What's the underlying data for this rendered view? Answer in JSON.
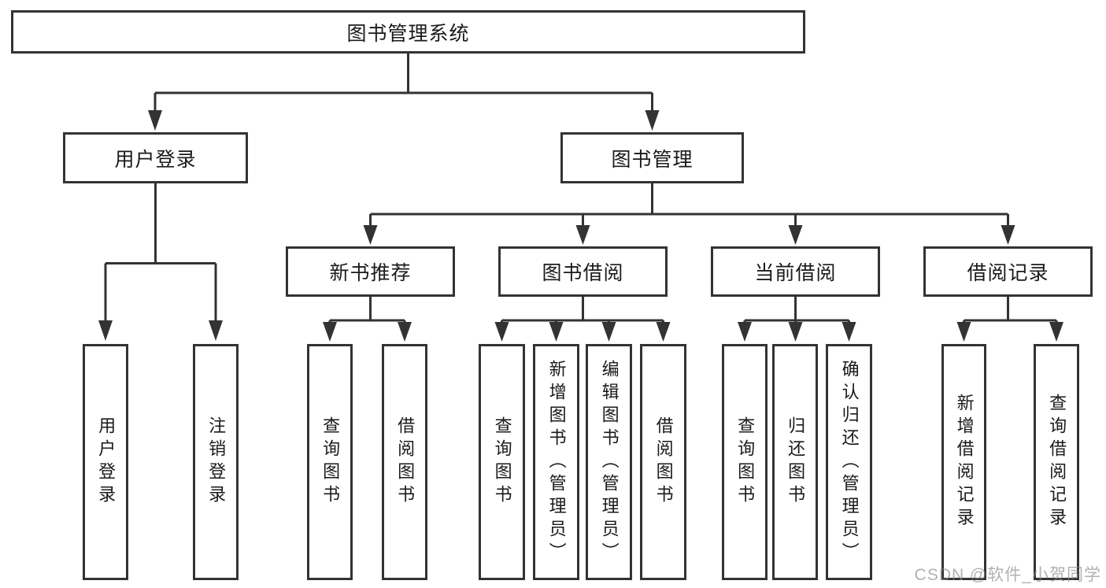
{
  "diagram_title": "图书管理系统",
  "tree": {
    "label": "图书管理系统",
    "children": [
      {
        "label": "用户登录",
        "children": [
          {
            "label": "用户登录"
          },
          {
            "label": "注销登录"
          }
        ]
      },
      {
        "label": "图书管理",
        "children": [
          {
            "label": "新书推荐",
            "children": [
              {
                "label": "查询图书"
              },
              {
                "label": "借阅图书"
              }
            ]
          },
          {
            "label": "图书借阅",
            "children": [
              {
                "label": "查询图书"
              },
              {
                "label": "新增图书（管理员）"
              },
              {
                "label": "编辑图书（管理员）"
              },
              {
                "label": "借阅图书"
              }
            ]
          },
          {
            "label": "当前借阅",
            "children": [
              {
                "label": "查询图书"
              },
              {
                "label": "归还图书"
              },
              {
                "label": "确认归还（管理员）"
              }
            ]
          },
          {
            "label": "借阅记录",
            "children": [
              {
                "label": "新增借阅记录"
              },
              {
                "label": "查询借阅记录"
              }
            ]
          }
        ]
      }
    ]
  },
  "watermark": {
    "text": "CSDN @软件_小贺同学"
  },
  "colors": {
    "line": "#333333",
    "box_border": "#333333",
    "text": "#1a1a1a",
    "background": "#ffffff",
    "watermark": "#878787"
  }
}
